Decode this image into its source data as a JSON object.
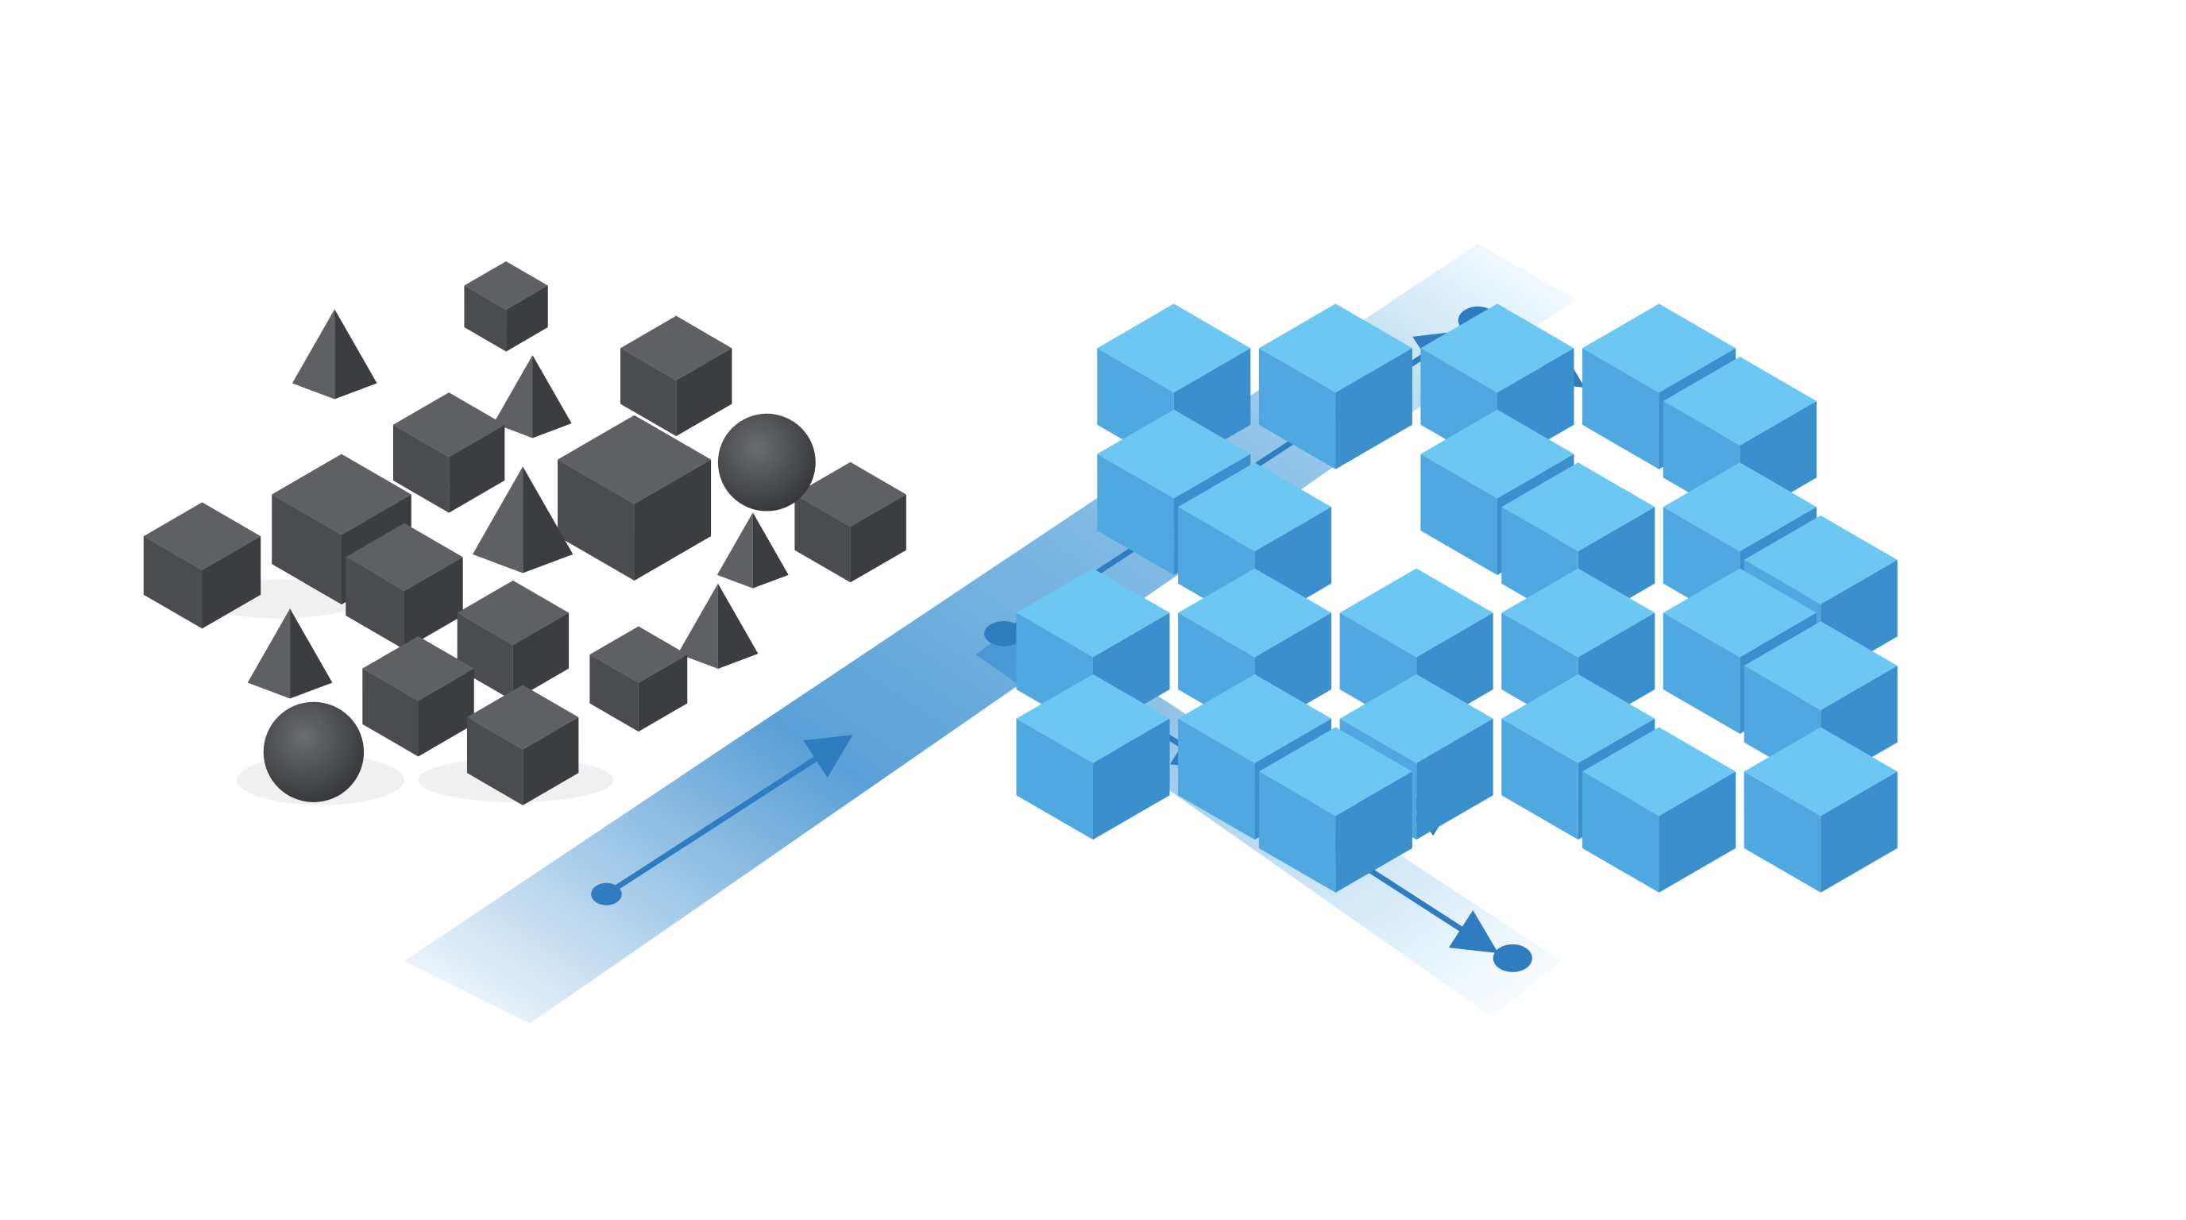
{
  "colors": {
    "background": "#ffffff",
    "gray_top": "#5e6063",
    "gray_left": "#4a4c4f",
    "gray_right": "#3b3d40",
    "blue_top": "#6cc8f2",
    "blue_left": "#4fa9e0",
    "blue_right": "#3a8fcc",
    "path_band": "#3d8fd0",
    "path_line": "#2f7cc0"
  },
  "icons": {
    "left_cluster": "scattered-gray-shapes",
    "right_cluster": "organized-blue-cube-grid",
    "path": "branching-arrow-flow"
  }
}
